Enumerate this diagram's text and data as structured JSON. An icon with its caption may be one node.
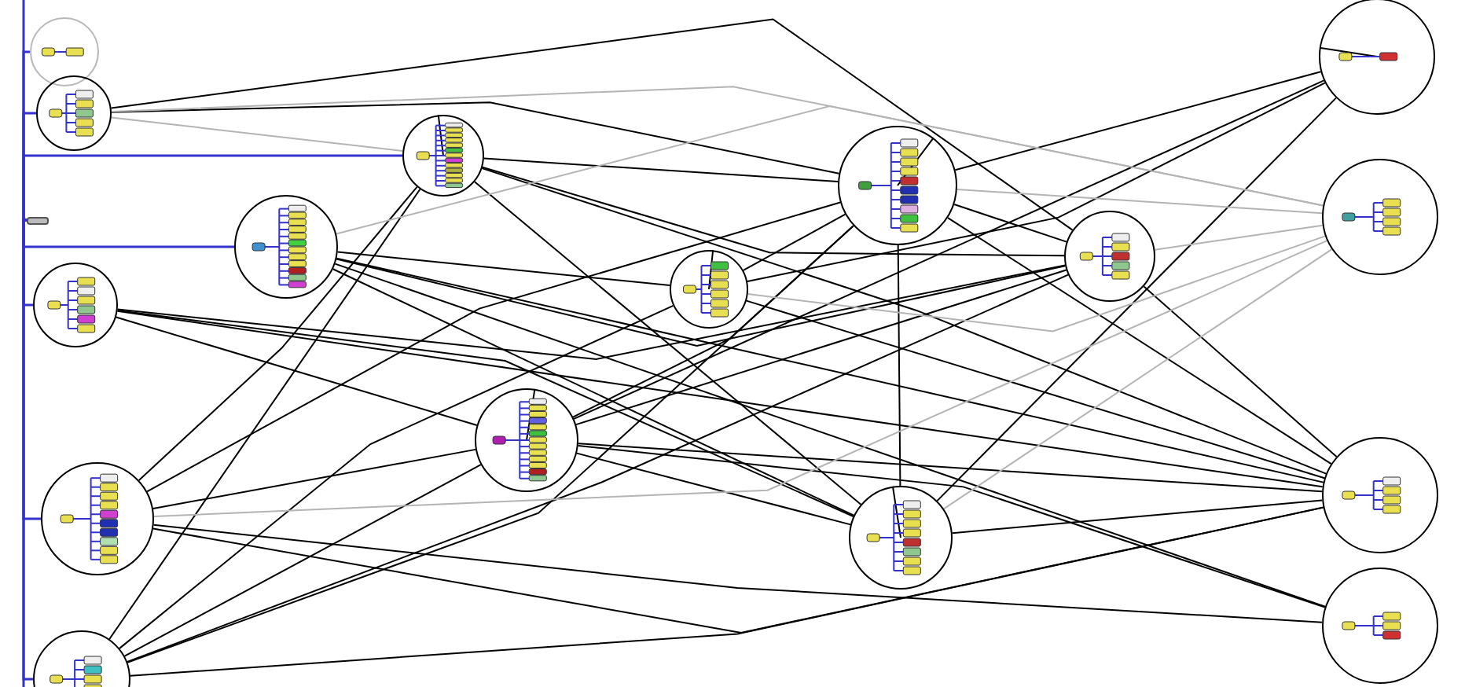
{
  "diagram": {
    "nodes": [
      {
        "text": [],
        "shape": "circle"
      },
      {
        "text": [],
        "shape": "circle"
      },
      {
        "text": [],
        "shape": "circle"
      },
      {
        "text": [],
        "shape": "circle"
      },
      {
        "text": [],
        "shape": "circle"
      },
      {
        "text": [],
        "shape": "circle"
      },
      {
        "text": [],
        "shape": "circle"
      },
      {
        "text": [],
        "shape": "circle"
      },
      {
        "text": [],
        "shape": "circle"
      },
      {
        "text": [],
        "shape": "circle"
      },
      {
        "text": [],
        "shape": "circle"
      },
      {
        "text": [],
        "shape": "circle"
      },
      {
        "text": [],
        "shape": "circle"
      },
      {
        "text": [],
        "shape": "circle"
      },
      {
        "text": [],
        "shape": "circle"
      },
      {
        "text": [],
        "shape": "circle"
      },
      {
        "text": [],
        "shape": "box"
      }
    ],
    "edges": [
      {
        "from": 16,
        "to": 0,
        "arrow": "none",
        "color": "#3333cc"
      },
      {
        "from": 16,
        "to": 1,
        "arrow": "none",
        "color": "#3333cc"
      },
      {
        "from": 16,
        "to": 5,
        "arrow": "none",
        "color": "#3333cc"
      },
      {
        "from": 16,
        "to": 6,
        "arrow": "none",
        "color": "#3333cc"
      },
      {
        "from": 16,
        "to": 2,
        "arrow": "none",
        "color": "#3333cc"
      },
      {
        "from": 16,
        "to": 3,
        "arrow": "none",
        "color": "#3333cc"
      },
      {
        "from": 16,
        "to": 4,
        "arrow": "none",
        "color": "#3333cc"
      },
      {
        "from": 1,
        "to": 9,
        "arrow": "none"
      },
      {
        "from": 1,
        "to": 10,
        "arrow": "none"
      },
      {
        "from": 2,
        "to": 14,
        "arrow": "none"
      },
      {
        "from": 2,
        "to": 10,
        "arrow": "none"
      },
      {
        "from": 2,
        "to": 11,
        "arrow": "none"
      },
      {
        "from": 2,
        "to": 8,
        "arrow": "none"
      },
      {
        "from": 3,
        "to": 14,
        "arrow": "none"
      },
      {
        "from": 3,
        "to": 15,
        "arrow": "none"
      },
      {
        "from": 3,
        "to": 5,
        "arrow": "none"
      },
      {
        "from": 3,
        "to": 9,
        "arrow": "none"
      },
      {
        "from": 4,
        "to": 5,
        "arrow": "none"
      },
      {
        "from": 4,
        "to": 9,
        "arrow": "none"
      },
      {
        "from": 4,
        "to": 8,
        "arrow": "none"
      },
      {
        "from": 4,
        "to": 7,
        "arrow": "none"
      },
      {
        "from": 4,
        "to": 10,
        "arrow": "none"
      },
      {
        "from": 4,
        "to": 14,
        "arrow": "none"
      },
      {
        "from": 5,
        "to": 9,
        "arrow": "none"
      },
      {
        "from": 5,
        "to": 10,
        "arrow": "none"
      },
      {
        "from": 5,
        "to": 14,
        "arrow": "none"
      },
      {
        "from": 5,
        "to": 11,
        "arrow": "none"
      },
      {
        "from": 6,
        "to": 10,
        "arrow": "none"
      },
      {
        "from": 6,
        "to": 7,
        "arrow": "none"
      },
      {
        "from": 6,
        "to": 14,
        "arrow": "none"
      },
      {
        "from": 6,
        "to": 15,
        "arrow": "none"
      },
      {
        "from": 6,
        "to": 11,
        "arrow": "none"
      },
      {
        "from": 7,
        "to": 9,
        "arrow": "none"
      },
      {
        "from": 7,
        "to": 12,
        "arrow": "none"
      },
      {
        "from": 7,
        "to": 14,
        "arrow": "none"
      },
      {
        "from": 8,
        "to": 9,
        "arrow": "none"
      },
      {
        "from": 8,
        "to": 12,
        "arrow": "none"
      },
      {
        "from": 8,
        "to": 10,
        "arrow": "none"
      },
      {
        "from": 8,
        "to": 11,
        "arrow": "none"
      },
      {
        "from": 8,
        "to": 14,
        "arrow": "none"
      },
      {
        "from": 8,
        "to": 15,
        "arrow": "none"
      },
      {
        "from": 8,
        "to": 3,
        "arrow": "none"
      },
      {
        "from": 9,
        "to": 10,
        "arrow": "none"
      },
      {
        "from": 9,
        "to": 12,
        "arrow": "none"
      },
      {
        "from": 9,
        "to": 14,
        "arrow": "none"
      },
      {
        "from": 10,
        "to": 14,
        "arrow": "none"
      },
      {
        "from": 11,
        "to": 12,
        "arrow": "none"
      },
      {
        "from": 11,
        "to": 9,
        "arrow": "none"
      },
      {
        "from": 11,
        "to": 14,
        "arrow": "none"
      },
      {
        "from": 1,
        "to": 5,
        "arrow": "none",
        "color": "#b4b4b4"
      },
      {
        "from": 1,
        "to": 13,
        "arrow": "none",
        "color": "#b4b4b4"
      },
      {
        "from": 9,
        "to": 13,
        "arrow": "none",
        "color": "#b4b4b4"
      },
      {
        "from": 10,
        "to": 13,
        "arrow": "none",
        "color": "#b4b4b4"
      },
      {
        "from": 7,
        "to": 13,
        "arrow": "none",
        "color": "#b4b4b4"
      },
      {
        "from": 3,
        "to": 13,
        "arrow": "none",
        "color": "#b4b4b4"
      },
      {
        "from": 6,
        "to": 13,
        "arrow": "none",
        "color": "#b4b4b4"
      },
      {
        "from": 11,
        "to": 13,
        "arrow": "none",
        "color": "#b4b4b4"
      },
      {
        "from": null,
        "to": 5,
        "arrow": "none"
      },
      {
        "from": null,
        "to": 7,
        "arrow": "none"
      },
      {
        "from": null,
        "to": 9,
        "arrow": "none"
      },
      {
        "from": null,
        "to": 12,
        "arrow": "none"
      },
      {
        "from": null,
        "to": 11,
        "arrow": "none"
      },
      {
        "from": null,
        "to": 8,
        "arrow": "none"
      }
    ]
  }
}
